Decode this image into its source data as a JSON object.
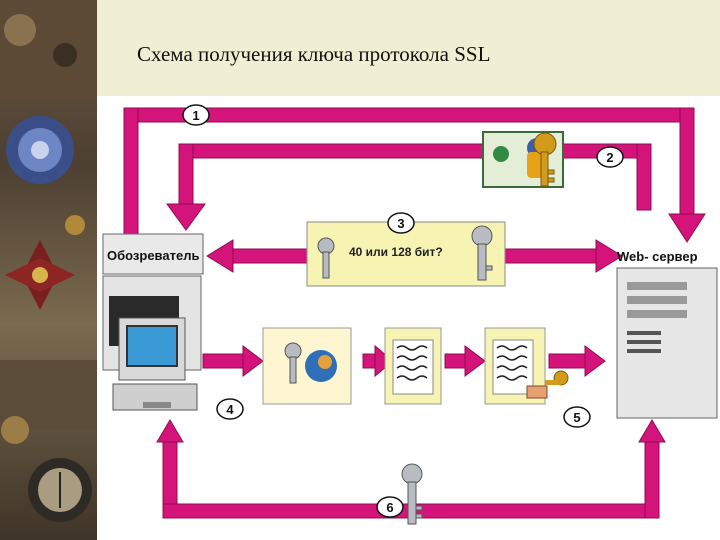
{
  "title": "Схема получения ключа протокола SSL",
  "browser_label": "Обозреватель",
  "server_label": "Web- сервер",
  "key_length_question": "40 или 128 бит?",
  "steps": [
    "1",
    "2",
    "3",
    "4",
    "5",
    "6"
  ],
  "colors": {
    "arrow": "#d4147a",
    "arrow_dark": "#8f0c52",
    "note_bg": "#f7f3b2",
    "background": "#f0efd3"
  }
}
